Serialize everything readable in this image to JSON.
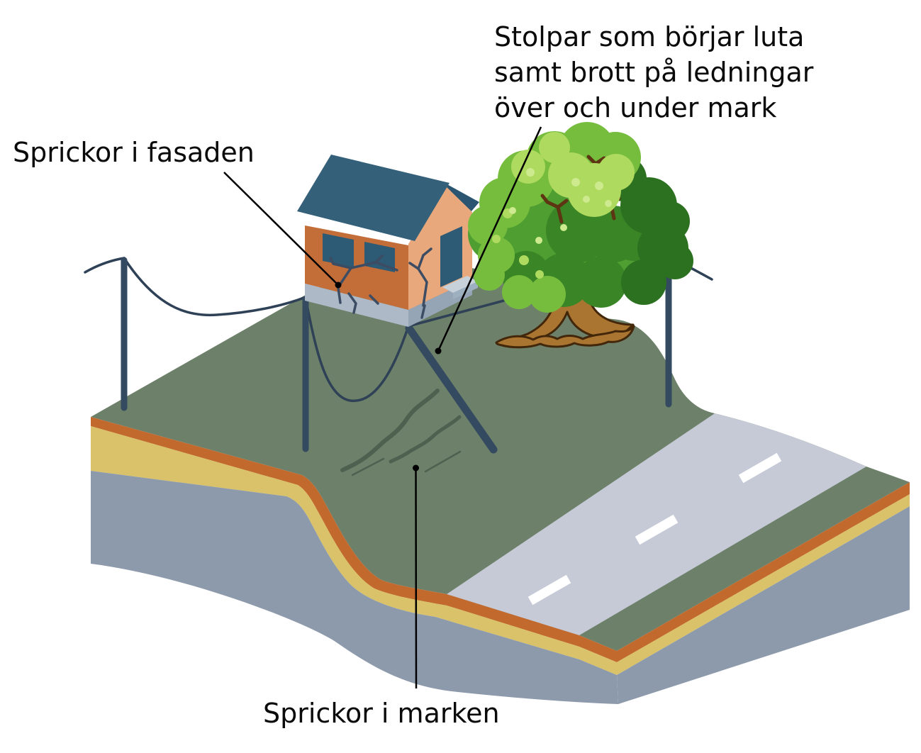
{
  "diagram_title": "",
  "labels": {
    "facade_cracks": "Sprickor i fasaden",
    "leaning_poles": "Stolpar som börjar luta\nsamt brott på ledningar\növer och under mark",
    "ground_cracks": "Sprickor i marken"
  },
  "colors": {
    "background": "#ffffff",
    "grass": "#6d8069",
    "grass_crack": "#4e6150",
    "soil_orange": "#c2692e",
    "soil_yellow": "#d9c269",
    "soil_gray": "#8d9aac",
    "road": "#c5cad6",
    "road_marking": "#ffffff",
    "pole": "#344a60",
    "wire": "#2e4156",
    "roof": "#34607a",
    "roof_edge": "#2b5570",
    "wall_front": "#c36e39",
    "wall_side": "#e9a87c",
    "window": "#2d5a74",
    "foundation_front": "#aeb9c7",
    "foundation_side": "#96a5b6",
    "step_top": "#c7d1da",
    "step_front": "#9db0c0",
    "wall_crack": "#3c4c63",
    "tree_mid": "#4f9e32",
    "tree_dark": "#3a8526",
    "tree_darker": "#2c7120",
    "tree_light": "#76bd3d",
    "tree_highlight": "#aeda5f",
    "tree_pale": "#cdea8e",
    "trunk": "#aa7530",
    "trunk_outline": "#43270b",
    "branch": "#5d3513",
    "leader": "#000000",
    "label_text": "#0a0a0a"
  }
}
